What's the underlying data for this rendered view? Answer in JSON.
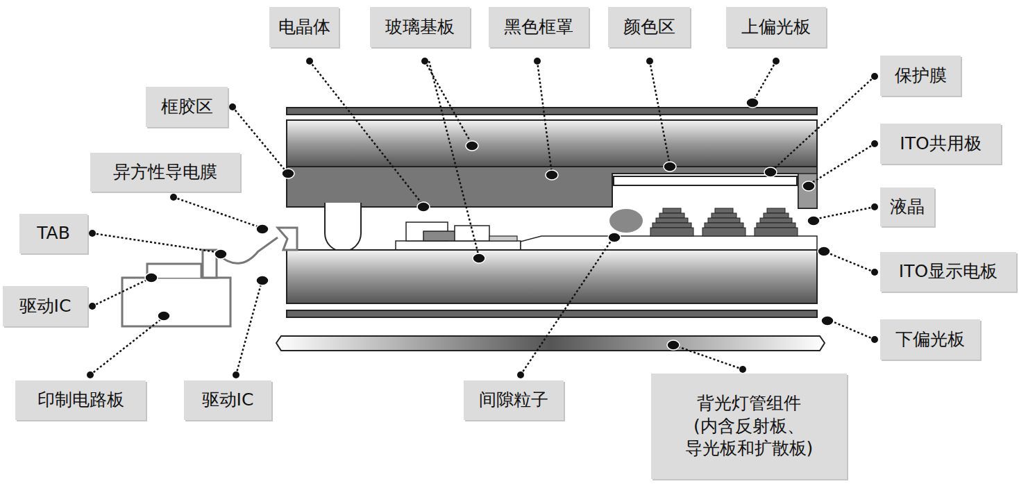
{
  "diagram": {
    "nodes": [
      {
        "text": [
          "电晶体"
        ]
      },
      {
        "text": [
          "玻璃基板"
        ]
      },
      {
        "text": [
          "黑色框罩"
        ]
      },
      {
        "text": [
          "颜色区"
        ]
      },
      {
        "text": [
          "上偏光板"
        ]
      },
      {
        "text": [
          "保护膜"
        ]
      },
      {
        "text": [
          "框胶区"
        ]
      },
      {
        "text": [
          "ITO共用极"
        ]
      },
      {
        "text": [
          "异方性导电膜"
        ]
      },
      {
        "text": [
          "液晶"
        ]
      },
      {
        "text": [
          "TAB"
        ]
      },
      {
        "text": [
          "ITO显示电板"
        ]
      },
      {
        "text": [
          "驱动IC"
        ]
      },
      {
        "text": [
          "下偏光板"
        ]
      },
      {
        "text": [
          "印制电路板"
        ]
      },
      {
        "text": [
          "驱动IC"
        ]
      },
      {
        "text": [
          "间隙粒子"
        ]
      },
      {
        "text": [
          "背光灯管组件 (内含反射板、 导光板和扩散板)"
        ]
      }
    ]
  }
}
